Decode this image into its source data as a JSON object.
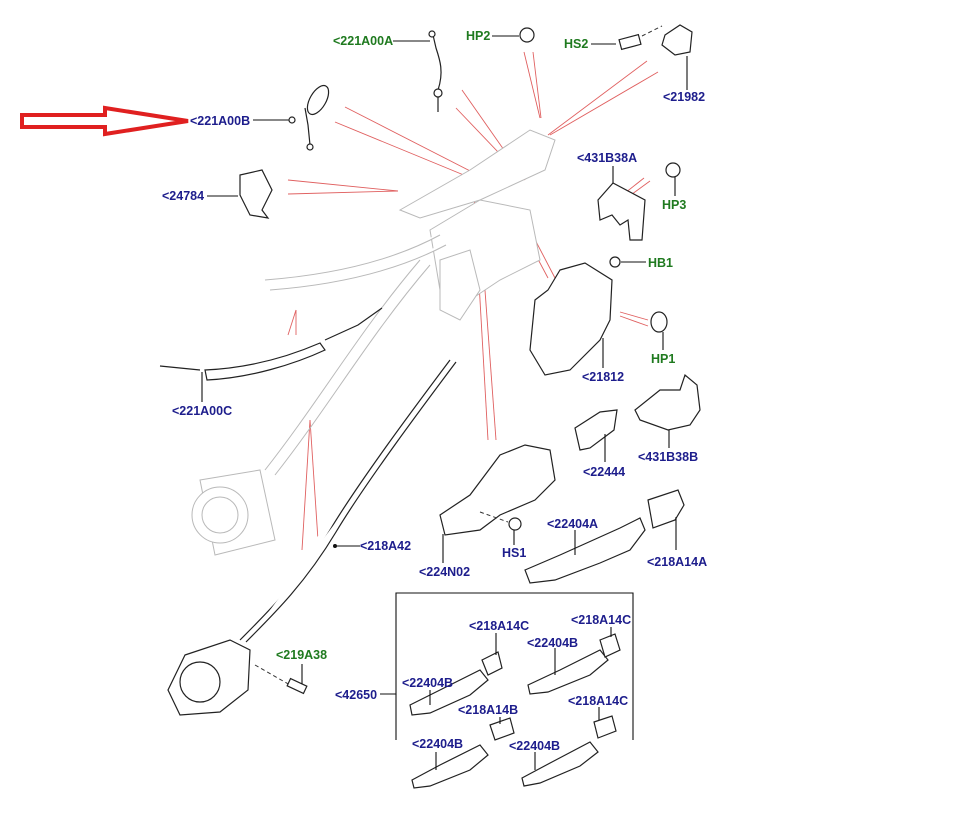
{
  "diagram": {
    "title": "Door latch and handle components exploded view",
    "highlight_arrow": {
      "color": "#e02020",
      "points_to": "221A00B"
    },
    "colors": {
      "part_label": "#1d1d8c",
      "hardware_label": "#1f7a1f",
      "callout_lines": "#e06060"
    },
    "labels": {
      "p221A00A": "<221A00A",
      "p221A00B": "<221A00B",
      "p221A00C": "<221A00C",
      "p24784": "<24784",
      "hp2": "HP2",
      "hs2": "HS2",
      "p21982": "<21982",
      "p431B38A": "<431B38A",
      "hp3": "HP3",
      "hb1": "HB1",
      "hp1": "HP1",
      "p21812": "<21812",
      "p431B38B": "<431B38B",
      "p22444": "<22444",
      "p22404A": "<22404A",
      "p218A14A": "<218A14A",
      "hs1": "HS1",
      "p224N02": "<224N02",
      "p218A42": "<218A42",
      "p219A38": "<219A38",
      "p42650": "<42650",
      "kit": {
        "c1": "<218A14C",
        "c2": "<218A14C",
        "c3": "<218A14C",
        "b1": "<22404B",
        "b2": "<22404B",
        "b3": "<22404B",
        "b4": "<22404B",
        "a14b": "<218A14B"
      }
    }
  }
}
